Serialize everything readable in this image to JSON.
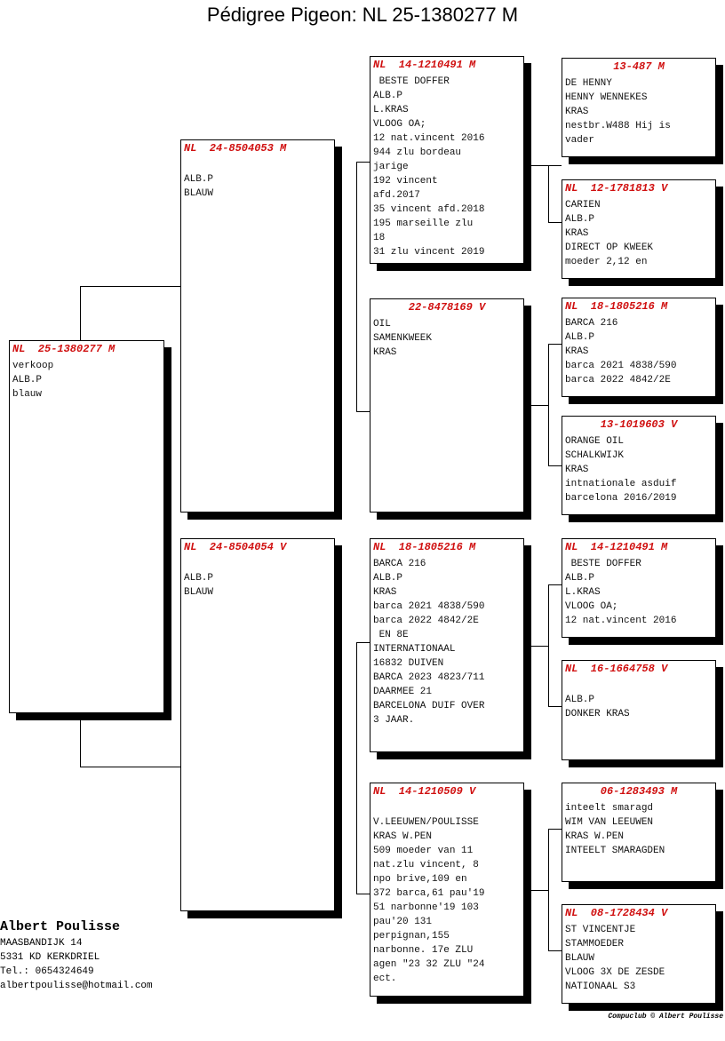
{
  "title": "Pédigree Pigeon: NL  25-1380277 M",
  "pigeons": [
    {
      "id": "subject",
      "ring": "NL  25-1380277 M",
      "center": false,
      "lines": [
        "verkoop",
        "ALB.P",
        "blauw"
      ]
    },
    {
      "id": "sire",
      "ring": "NL  24-8504053 M",
      "center": false,
      "lines": [
        "",
        "ALB.P",
        "BLAUW"
      ]
    },
    {
      "id": "dam",
      "ring": "NL  24-8504054 V",
      "center": false,
      "lines": [
        "",
        "ALB.P",
        "BLAUW"
      ]
    },
    {
      "id": "ss",
      "ring": "NL  14-1210491 M",
      "center": false,
      "lines": [
        " BESTE DOFFER",
        "ALB.P",
        "L.KRAS",
        "VLOOG OA;",
        "12 nat.vincent 2016",
        "944 zlu bordeau",
        "jarige",
        "192 vincent",
        "afd.2017",
        "35 vincent afd.2018",
        "195 marseille zlu",
        "18",
        "31 zlu vincent 2019"
      ]
    },
    {
      "id": "sd",
      "ring": "22-8478169 V",
      "center": true,
      "lines": [
        "OIL",
        "SAMENKWEEK",
        "KRAS"
      ]
    },
    {
      "id": "ds",
      "ring": "NL  18-1805216 M",
      "center": false,
      "lines": [
        "BARCA 216",
        "ALB.P",
        "KRAS",
        "barca 2021 4838/590",
        "barca 2022 4842/2E",
        " EN 8E",
        "INTERNATIONAAL",
        "16832 DUIVEN",
        "BARCA 2023 4823/711",
        "DAARMEE 21",
        "BARCELONA DUIF OVER",
        "3 JAAR."
      ]
    },
    {
      "id": "dd",
      "ring": "NL  14-1210509 V",
      "center": false,
      "lines": [
        "",
        "V.LEEUWEN/POULISSE",
        "KRAS W.PEN",
        "509 moeder van 11",
        "nat.zlu vincent, 8",
        "npo brive,109 en",
        "372 barca,61 pau'19",
        "51 narbonne'19 103",
        "pau'20 131",
        "perpignan,155",
        "narbonne. 17e ZLU",
        "agen \"23 32 ZLU \"24",
        "ect."
      ]
    },
    {
      "id": "sss",
      "ring": "13-487 M",
      "center": true,
      "lines": [
        "DE HENNY",
        "HENNY WENNEKES",
        "KRAS",
        "nestbr.W488 Hij is",
        "vader"
      ]
    },
    {
      "id": "ssd",
      "ring": "NL  12-1781813 V",
      "center": false,
      "lines": [
        "CARIEN",
        "ALB.P",
        "KRAS",
        "DIRECT OP KWEEK",
        "moeder 2,12 en"
      ]
    },
    {
      "id": "sds",
      "ring": "NL  18-1805216 M",
      "center": false,
      "lines": [
        "BARCA 216",
        "ALB.P",
        "KRAS",
        "barca 2021 4838/590",
        "barca 2022 4842/2E"
      ]
    },
    {
      "id": "sdd",
      "ring": "13-1019603 V",
      "center": true,
      "lines": [
        "ORANGE OIL",
        "SCHALKWIJK",
        "KRAS",
        "intnationale asduif",
        "barcelona 2016/2019"
      ]
    },
    {
      "id": "dss",
      "ring": "NL  14-1210491 M",
      "center": false,
      "lines": [
        " BESTE DOFFER",
        "ALB.P",
        "L.KRAS",
        "VLOOG OA;",
        "12 nat.vincent 2016"
      ]
    },
    {
      "id": "dsd",
      "ring": "NL  16-1664758 V",
      "center": false,
      "lines": [
        "",
        "ALB.P",
        "DONKER KRAS"
      ]
    },
    {
      "id": "dds",
      "ring": "06-1283493 M",
      "center": true,
      "lines": [
        "inteelt smaragd",
        "WIM VAN LEEUWEN",
        "KRAS W.PEN",
        "INTEELT SMARAGDEN"
      ]
    },
    {
      "id": "ddd",
      "ring": "NL  08-1728434 V",
      "center": false,
      "lines": [
        "ST VINCENTJE",
        "STAMMOEDER",
        "BLAUW",
        "VLOOG 3X DE ZESDE",
        "NATIONAAL S3"
      ]
    }
  ],
  "owner": {
    "name": "Albert Poulisse",
    "address": "MAASBANDIJK 14",
    "city": "5331 KD  KERKDRIEL",
    "phone": "Tel.: 0654324649",
    "email": "albertpoulisse@hotmail.com"
  },
  "copyright": "Compuclub © Albert Poulisse",
  "colors": {
    "ring": "#d01010"
  }
}
